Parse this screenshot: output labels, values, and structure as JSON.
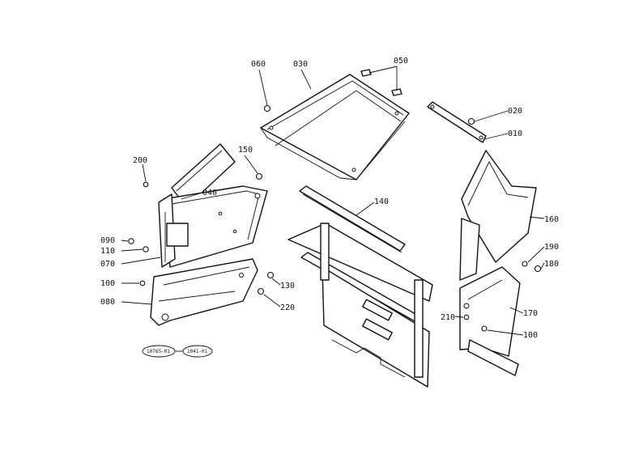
{
  "parts": {
    "p010": "010",
    "p020": "020",
    "p030": "030",
    "p040": "040",
    "p050": "050",
    "p060": "060",
    "p070": "070",
    "p080": "080",
    "p090": "090",
    "p100a": "100",
    "p100b": "100",
    "p110": "110",
    "p130": "130",
    "p140": "140",
    "p150": "150",
    "p160": "160",
    "p170": "170",
    "p180": "180",
    "p190": "190",
    "p200": "200",
    "p210": "210",
    "p220": "220"
  },
  "references": {
    "ref_a": "10765-01",
    "ref_b": "1041-01"
  }
}
